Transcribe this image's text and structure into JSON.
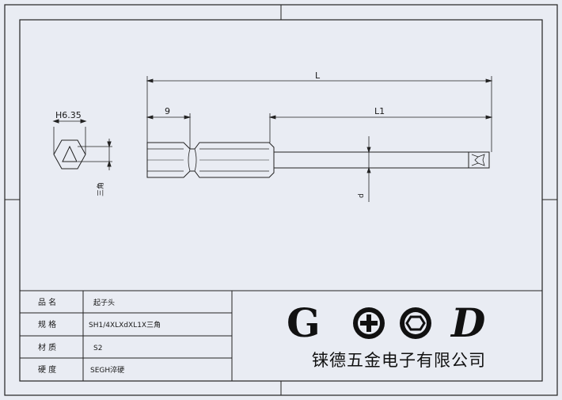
{
  "drawing": {
    "dimensions": {
      "overall_length": "L",
      "hex_section_length": "9",
      "tip_length": "L1",
      "hex_size": "H6.35",
      "tip_diameter": "d",
      "tip_shape_note": "三角"
    },
    "title_block": {
      "rows": [
        {
          "label": "品  名",
          "value": "起子头"
        },
        {
          "label": "规  格",
          "value": "SH1/4XLXdXL1X三角"
        },
        {
          "label": "材  质",
          "value": "S2"
        },
        {
          "label": "硬  度",
          "value": "SEGH淬硬"
        }
      ]
    },
    "brand": {
      "logo_letters": [
        "G",
        "D"
      ],
      "company_name": "铼德五金电子有限公司"
    }
  }
}
